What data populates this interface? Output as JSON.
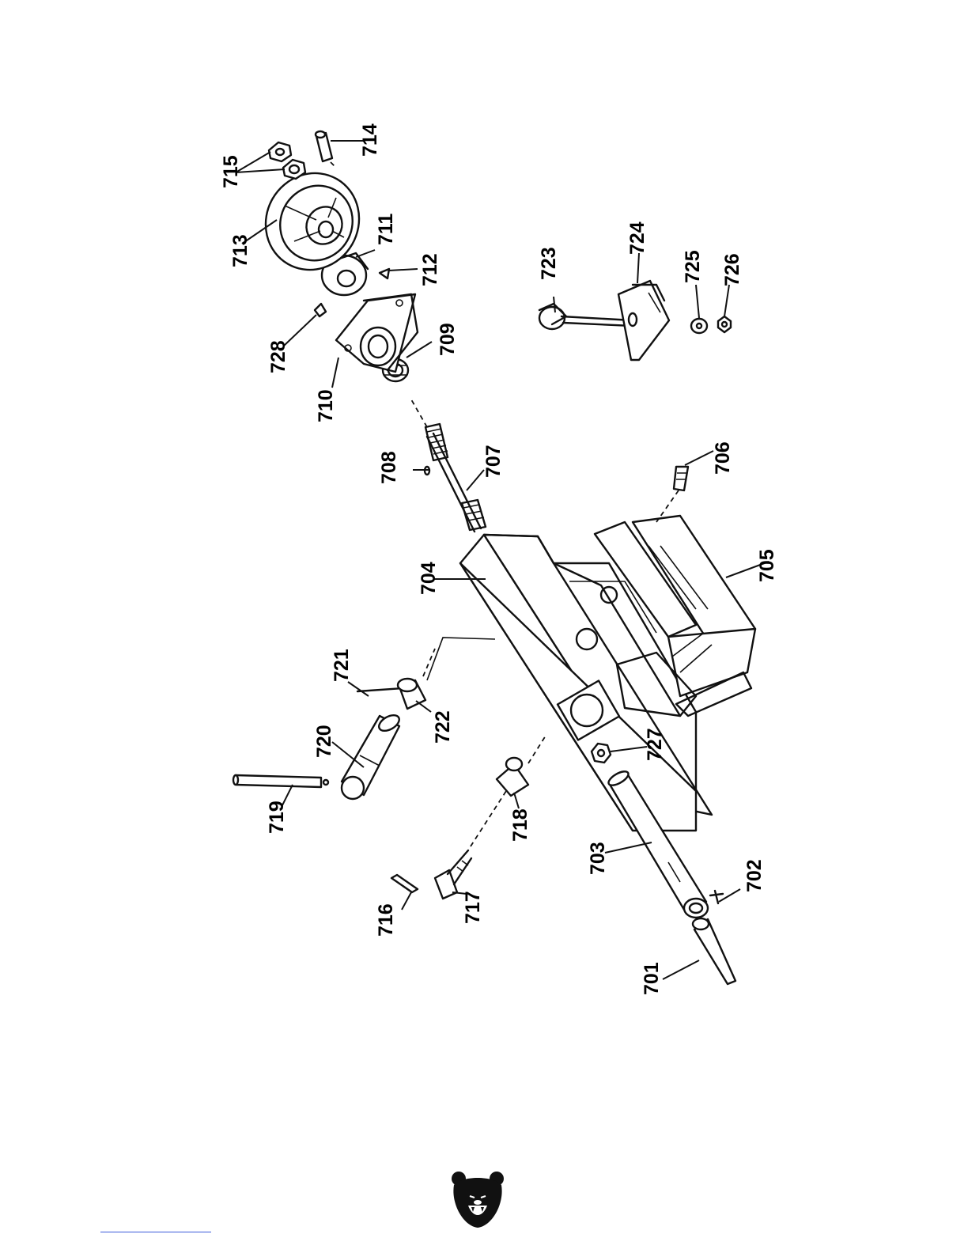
{
  "diagram": {
    "callouts": [
      "701",
      "702",
      "703",
      "704",
      "705",
      "706",
      "707",
      "708",
      "709",
      "710",
      "711",
      "712",
      "713",
      "714",
      "715",
      "716",
      "717",
      "718",
      "719",
      "720",
      "721",
      "722",
      "723",
      "724",
      "725",
      "726",
      "727",
      "728"
    ]
  },
  "footer": {
    "logo_icon": "bear-head-icon"
  },
  "colors": {
    "ink": "#111111",
    "link_rule": "#3b5bdb"
  }
}
